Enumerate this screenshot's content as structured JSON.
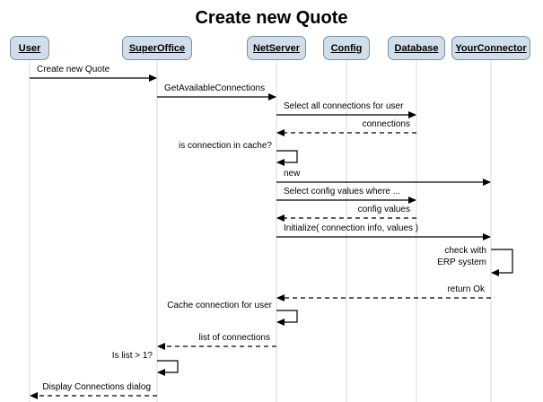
{
  "diagram": {
    "title": "Create new Quote",
    "participants": [
      {
        "id": "user",
        "label": "User"
      },
      {
        "id": "superoffice",
        "label": "SuperOffice"
      },
      {
        "id": "netserver",
        "label": "NetServer"
      },
      {
        "id": "config",
        "label": "Config"
      },
      {
        "id": "database",
        "label": "Database"
      },
      {
        "id": "yourconnector",
        "label": "YourConnector"
      }
    ],
    "messages": [
      {
        "from": "user",
        "to": "superoffice",
        "kind": "call",
        "label": "Create new Quote"
      },
      {
        "from": "superoffice",
        "to": "netserver",
        "kind": "call",
        "label": "GetAvailableConnections"
      },
      {
        "from": "netserver",
        "to": "database",
        "kind": "call",
        "label": "Select all connections for user"
      },
      {
        "from": "database",
        "to": "netserver",
        "kind": "return",
        "label": "connections"
      },
      {
        "from": "netserver",
        "to": "netserver",
        "kind": "self",
        "label": "is connection in cache?"
      },
      {
        "from": "netserver",
        "to": "yourconnector",
        "kind": "call",
        "label": "new"
      },
      {
        "from": "netserver",
        "to": "database",
        "kind": "call",
        "label": "Select config values where ..."
      },
      {
        "from": "database",
        "to": "netserver",
        "kind": "return",
        "label": "config values"
      },
      {
        "from": "netserver",
        "to": "yourconnector",
        "kind": "call",
        "label": "Initialize( connection info, values )"
      },
      {
        "from": "yourconnector",
        "to": "yourconnector",
        "kind": "self",
        "label_lines": [
          "check with",
          "ERP system"
        ]
      },
      {
        "from": "yourconnector",
        "to": "netserver",
        "kind": "return",
        "label": "return Ok"
      },
      {
        "from": "netserver",
        "to": "netserver",
        "kind": "self",
        "label": "Cache connection for user"
      },
      {
        "from": "netserver",
        "to": "superoffice",
        "kind": "return",
        "label": "list of connections"
      },
      {
        "from": "superoffice",
        "to": "superoffice",
        "kind": "self",
        "label": "Is list > 1?"
      },
      {
        "from": "superoffice",
        "to": "user",
        "kind": "return",
        "label": "Display Connections dialog"
      }
    ]
  },
  "colors": {
    "participant_fill": "#d1dde9",
    "participant_border": "#7a8ea4",
    "lifeline": "#d8d8d8",
    "arrow": "#000000"
  }
}
